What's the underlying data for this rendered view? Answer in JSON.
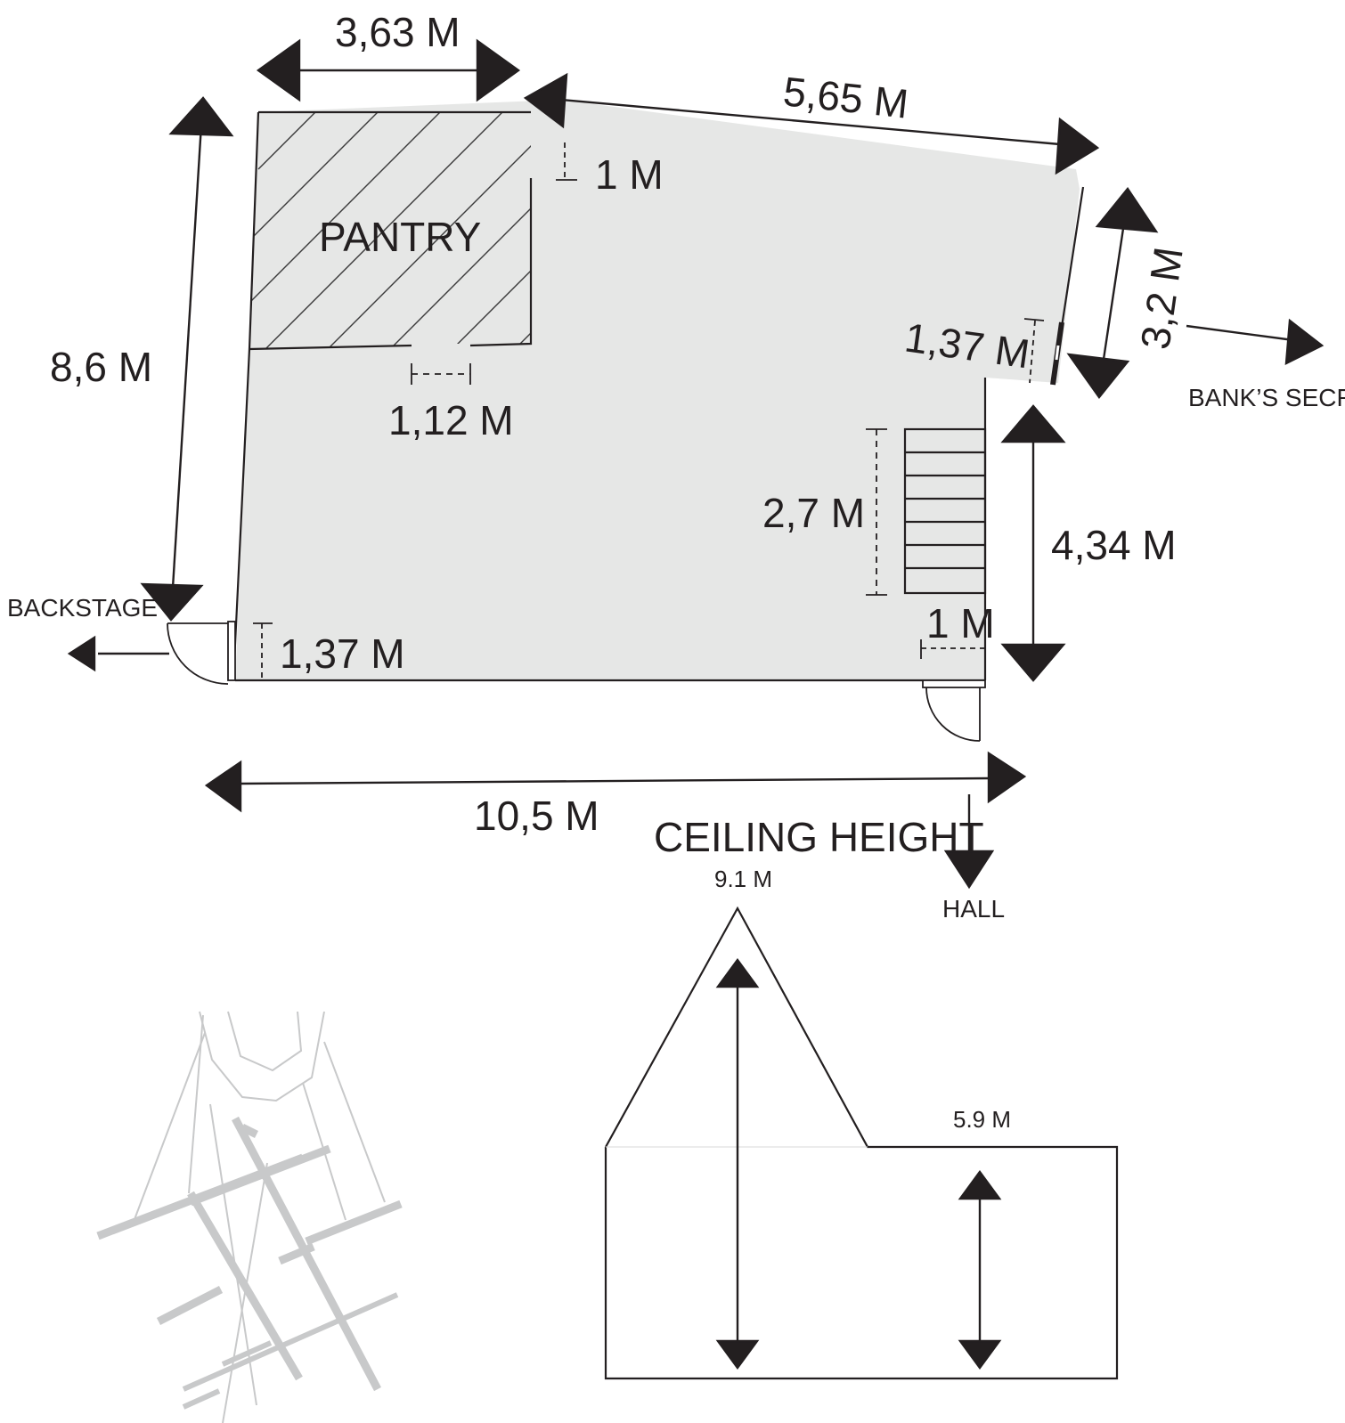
{
  "plan": {
    "room_labels": {
      "pantry": "PANTRY"
    },
    "dimensions": {
      "pantry_width": "3,63 M",
      "top_wall": "5,65 M",
      "pantry_door_gap": "1 M",
      "pantry_opening": "1,12 M",
      "left_wall": "8,6 M",
      "side_door_right": "1,37 M",
      "right_angled_wall": "3,2 M",
      "stairs": "2,7 M",
      "right_wall_lower": "4,34 M",
      "hall_door": "1 M",
      "backstage_door": "1,37 M",
      "bottom_wall": "10,5 M"
    },
    "exits": {
      "backstage": "BACKSTAGE",
      "banks_secret": "BANK’S SECRET",
      "hall": "HALL"
    }
  },
  "ceiling": {
    "title": "CEILING HEIGHT",
    "peak_height": "9.1 M",
    "low_height": "5.9 M"
  },
  "colors": {
    "floor_fill": "#e6e7e6",
    "ink": "#231f20",
    "map_gray": "#c8c9ca"
  }
}
